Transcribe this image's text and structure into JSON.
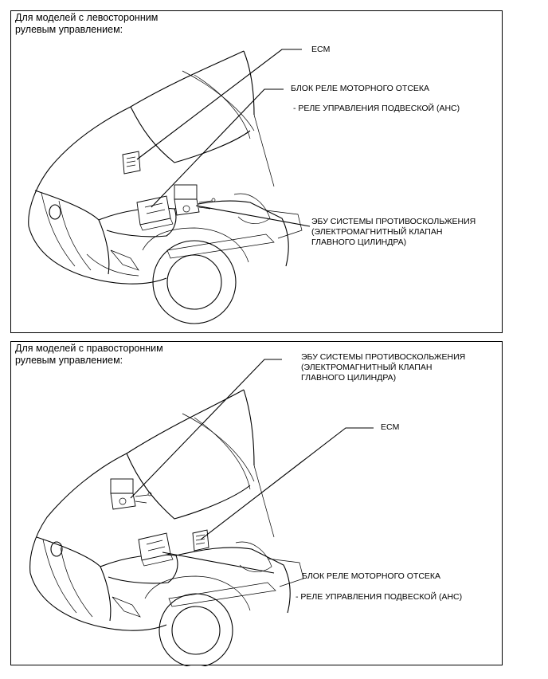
{
  "panels": [
    {
      "title_line1": "Для моделей с левосторонним",
      "title_line2": "рулевым управлением:",
      "labels": {
        "ecm": "ECM",
        "relay_block": "БЛОК РЕЛЕ МОТОРНОГО ОТСЕКА",
        "relay_sub": "- РЕЛЕ УПРАВЛЕНИЯ ПОДВЕСКОЙ (AHC)",
        "abs_line1": "ЭБУ СИСТЕМЫ ПРОТИВОСКОЛЬЖЕНИЯ",
        "abs_line2": "(ЭЛЕКТРОМАГНИТНЫЙ КЛАПАН",
        "abs_line3": "ГЛАВНОГО ЦИЛИНДРА)"
      }
    },
    {
      "title_line1": "Для моделей с правосторонним",
      "title_line2": "рулевым управлением:",
      "labels": {
        "abs_line1": "ЭБУ СИСТЕМЫ ПРОТИВОСКОЛЬЖЕНИЯ",
        "abs_line2": "(ЭЛЕКТРОМАГНИТНЫЙ КЛАПАН",
        "abs_line3": "ГЛАВНОГО ЦИЛИНДРА)",
        "ecm": "ECM",
        "relay_block": "БЛОК РЕЛЕ МОТОРНОГО ОТСЕКА",
        "relay_sub": "- РЕЛЕ УПРАВЛЕНИЯ ПОДВЕСКОЙ (AHC)"
      }
    }
  ]
}
